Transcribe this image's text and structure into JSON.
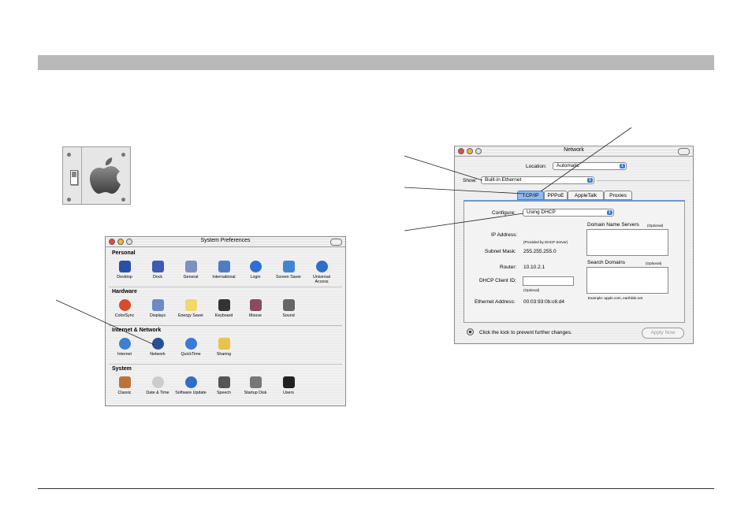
{
  "sysprefs": {
    "title": "System Preferences",
    "sections": [
      {
        "label": "Personal",
        "items": [
          {
            "label": "Desktop",
            "icon": "desktop-icon",
            "color": "#2a4fa8"
          },
          {
            "label": "Dock",
            "icon": "dock-icon",
            "color": "#3b5bb4"
          },
          {
            "label": "General",
            "icon": "general-icon",
            "color": "#7d8fbf"
          },
          {
            "label": "International",
            "icon": "international-icon",
            "color": "#4e7cc6"
          },
          {
            "label": "Login",
            "icon": "login-icon",
            "color": "#2e6fcf"
          },
          {
            "label": "Screen Saver",
            "icon": "screen-saver-icon",
            "color": "#3d86d6"
          },
          {
            "label": "Universal Access",
            "icon": "universal-access-icon",
            "color": "#2c6fc9"
          }
        ]
      },
      {
        "label": "Hardware",
        "items": [
          {
            "label": "ColorSync",
            "icon": "colorsync-icon",
            "color": "#d84a2b"
          },
          {
            "label": "Displays",
            "icon": "displays-icon",
            "color": "#6b8cc4"
          },
          {
            "label": "Energy Saver",
            "icon": "energy-saver-icon",
            "color": "#f2d76b"
          },
          {
            "label": "Keyboard",
            "icon": "keyboard-icon",
            "color": "#333333"
          },
          {
            "label": "Mouse",
            "icon": "mouse-icon",
            "color": "#8a4b5c"
          },
          {
            "label": "Sound",
            "icon": "sound-icon",
            "color": "#666666"
          }
        ]
      },
      {
        "label": "Internet & Network",
        "items": [
          {
            "label": "Internet",
            "icon": "internet-icon",
            "color": "#3f7fd0"
          },
          {
            "label": "Network",
            "icon": "network-icon",
            "color": "#2a4f9a"
          },
          {
            "label": "QuickTime",
            "icon": "quicktime-icon",
            "color": "#3b7bd6"
          },
          {
            "label": "Sharing",
            "icon": "sharing-icon",
            "color": "#e8c44f"
          }
        ]
      },
      {
        "label": "System",
        "items": [
          {
            "label": "Classic",
            "icon": "classic-icon",
            "color": "#b8743a"
          },
          {
            "label": "Date & Time",
            "icon": "date-time-icon",
            "color": "#cccccc"
          },
          {
            "label": "Software Update",
            "icon": "software-update-icon",
            "color": "#2f6ec6"
          },
          {
            "label": "Speech",
            "icon": "speech-icon",
            "color": "#555555"
          },
          {
            "label": "Startup Disk",
            "icon": "startup-disk-icon",
            "color": "#777777"
          },
          {
            "label": "Users",
            "icon": "users-icon",
            "color": "#222222"
          }
        ]
      }
    ]
  },
  "network": {
    "title": "Network",
    "location_label": "Location:",
    "location_value": "Automatic",
    "show_label": "Show:",
    "show_value": "Built-in Ethernet",
    "tabs": [
      "TCP/IP",
      "PPPoE",
      "AppleTalk",
      "Proxies"
    ],
    "configure_label": "Configure:",
    "configure_value": "Using DHCP",
    "ip_label": "IP Address:",
    "ip_note": "(Provided by DHCP Server)",
    "subnet_label": "Subnet Mask:",
    "subnet_value": "255.255.255.0",
    "router_label": "Router:",
    "router_value": "10.10.2.1",
    "dhcp_label": "DHCP Client ID:",
    "dhcp_note": "(Optional)",
    "ethernet_label": "Ethernet Address:",
    "ethernet_value": "00:03:93:0b:c6:d4",
    "dns_label": "Domain Name Servers",
    "dns_note": "(Optional)",
    "search_label": "Search Domains",
    "search_note": "(Optional)",
    "example_text": "Example: apple.com, earthlink.net",
    "lock_text": "Click the lock to prevent further changes.",
    "apply_label": "Apply Now"
  },
  "colors": {
    "header_bar": "#b9b9b9",
    "accent_blue": "#3a78d6",
    "close_red": "#e24b3b",
    "minimize_yellow": "#f2b33a"
  }
}
